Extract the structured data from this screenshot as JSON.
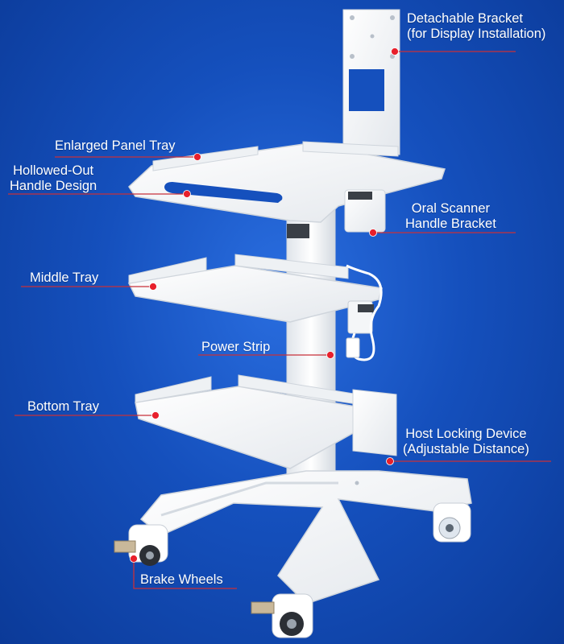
{
  "colors": {
    "background": "#1550bd",
    "callout_line": "#c8303a",
    "callout_dot": "#e8202c",
    "cart_white": "#f4f6f8",
    "cart_shadow": "#c9d0d8"
  },
  "callouts": [
    {
      "id": "detachable-bracket",
      "lines": [
        "Detachable Bracket",
        "(for Display Installation)"
      ]
    },
    {
      "id": "enlarged-panel-tray",
      "lines": [
        "Enlarged Panel Tray"
      ]
    },
    {
      "id": "hollowed-out-handle",
      "lines": [
        "Hollowed-Out",
        "Handle Design"
      ]
    },
    {
      "id": "oral-scanner-bracket",
      "lines": [
        "Oral Scanner",
        "Handle Bracket"
      ]
    },
    {
      "id": "middle-tray",
      "lines": [
        "Middle Tray"
      ]
    },
    {
      "id": "power-strip",
      "lines": [
        "Power Strip"
      ]
    },
    {
      "id": "bottom-tray",
      "lines": [
        "Bottom Tray"
      ]
    },
    {
      "id": "host-locking-device",
      "lines": [
        "Host Locking Device",
        "(Adjustable Distance)"
      ]
    },
    {
      "id": "brake-wheels",
      "lines": [
        "Brake Wheels"
      ]
    }
  ]
}
